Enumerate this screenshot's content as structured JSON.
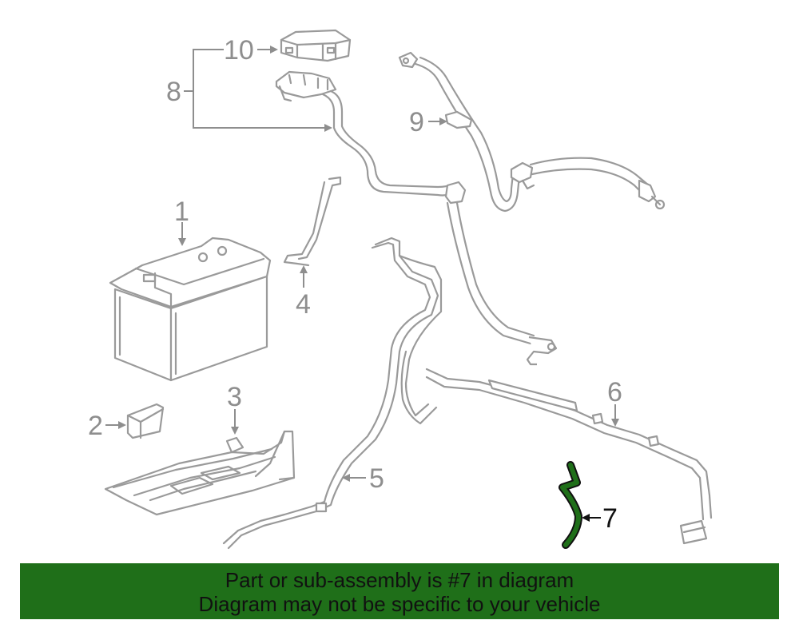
{
  "callouts": {
    "c1": "1",
    "c2": "2",
    "c3": "3",
    "c4": "4",
    "c5": "5",
    "c6": "6",
    "c7": "7",
    "c8": "8",
    "c9": "9",
    "c10": "10"
  },
  "colors": {
    "part_stroke": "#9a9a9a",
    "highlight": "#1f6f19",
    "banner_background": "#1f6f19"
  },
  "banner": {
    "line1": "Part or sub-assembly is #7 in diagram",
    "line2": "Diagram may not be specific to your vehicle"
  }
}
